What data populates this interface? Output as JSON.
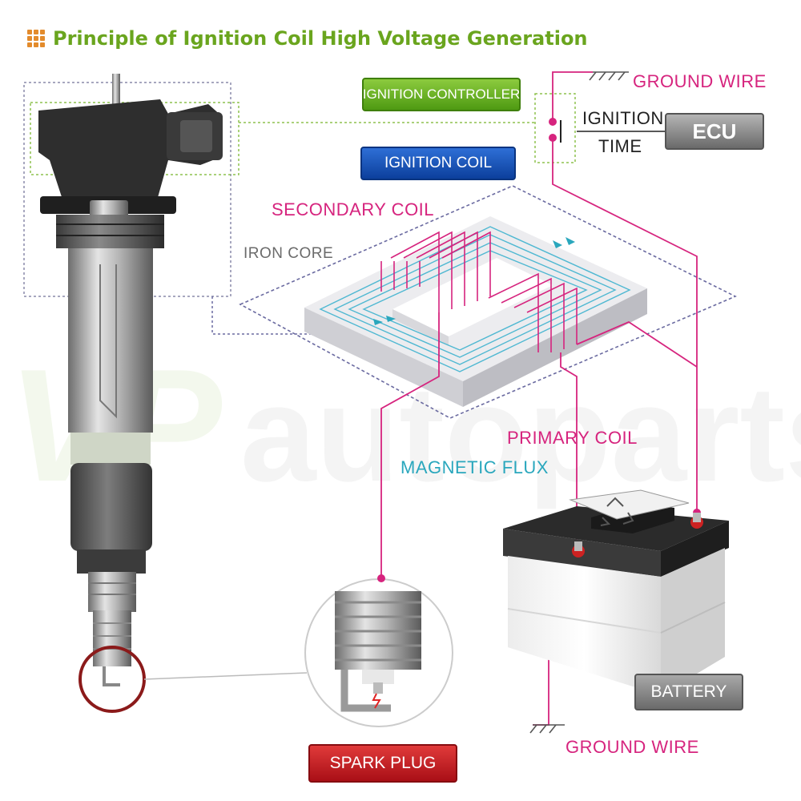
{
  "title": "Principle of Ignition Coil High Voltage Generation",
  "watermark": "VP autoparts",
  "labels": {
    "ignition_controller": "IGNITION CONTROLLER",
    "ignition_coil": "IGNITION COIL",
    "ecu": "ECU",
    "ignition": "IGNITION",
    "time": "TIME",
    "ground_wire_top": "GROUND WIRE",
    "ground_wire_bottom": "GROUND WIRE",
    "secondary_coil": "SECONDARY COIL",
    "iron_core": "IRON CORE",
    "primary_coil": "PRIMARY COIL",
    "magnetic_flux": "MAGNETIC FLUX",
    "battery": "BATTERY",
    "spark_plug": "SPARK PLUG"
  },
  "colors": {
    "title": "#6aa51e",
    "accent_pink": "#d6247e",
    "flux_cyan": "#2aa7bd",
    "controller_green": "#5aa81a",
    "coil_blue": "#0f4aad",
    "spark_red": "#b8141b"
  },
  "icons": [
    "grid-icon",
    "ground-symbol-icon",
    "recycle-icon"
  ]
}
